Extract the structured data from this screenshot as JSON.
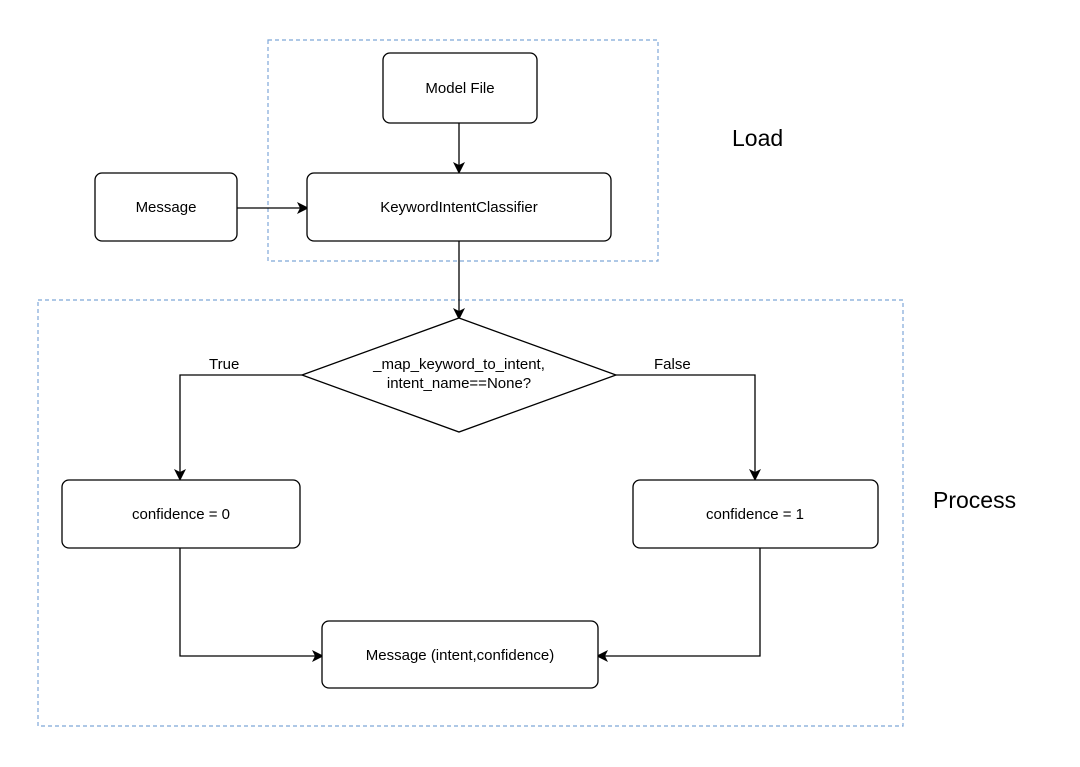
{
  "diagram": {
    "groups": {
      "load": "Load",
      "process": "Process"
    },
    "nodes": {
      "model_file": "Model File",
      "message": "Message",
      "classifier": "KeywordIntentClassifier",
      "decision_line1": "_map_keyword_to_intent,",
      "decision_line2": "intent_name==None?",
      "confidence_zero": "confidence = 0",
      "confidence_one": "confidence = 1",
      "output_message": "Message (intent,confidence)"
    },
    "edges": {
      "true_label": "True",
      "false_label": "False"
    }
  }
}
